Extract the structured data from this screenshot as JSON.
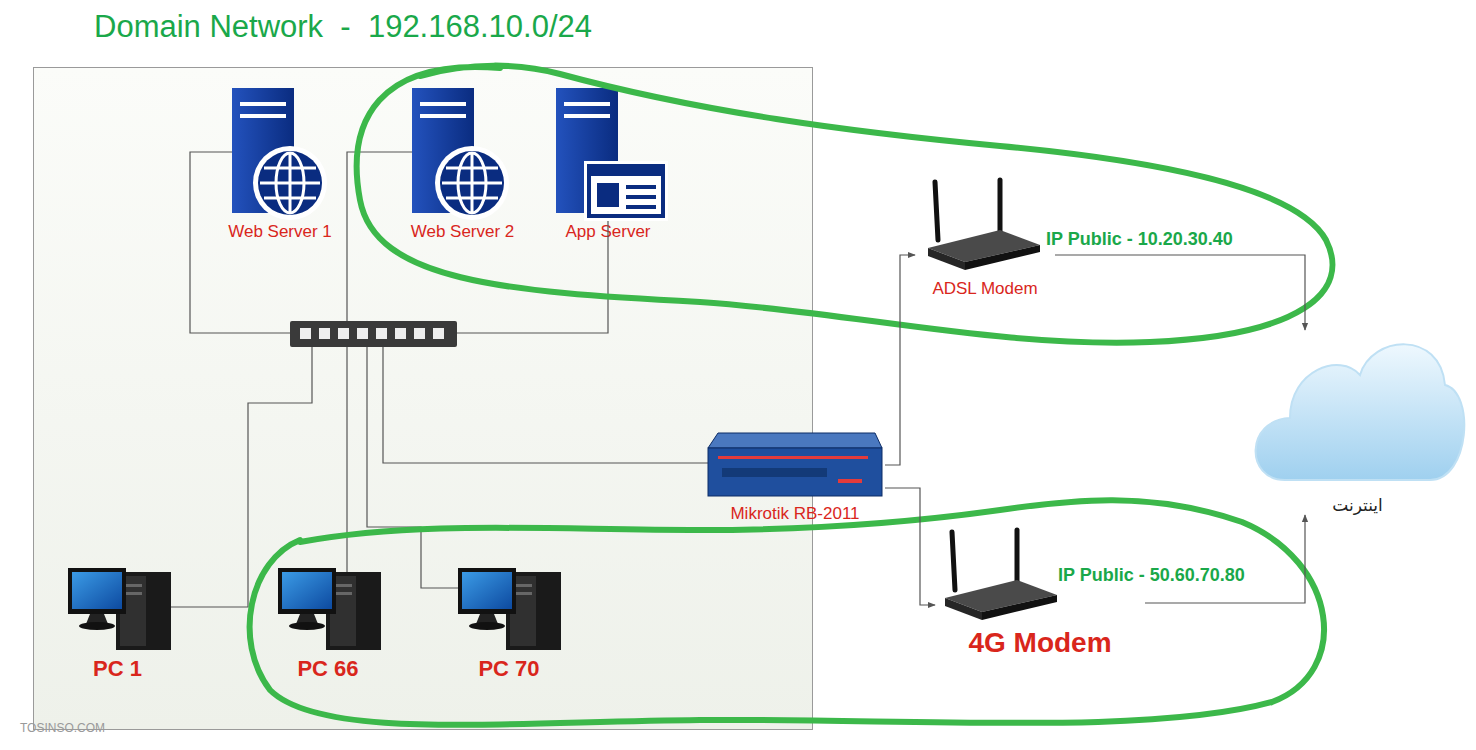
{
  "diagram": {
    "nodes": [
      {
        "text": [
          "Domain Network  -  192.168.10.0/24"
        ]
      },
      {
        "text": [
          "Web Server 1"
        ],
        "in": 0
      },
      {
        "text": [
          "Web Server 2"
        ],
        "in": 0
      },
      {
        "text": [
          "App Server"
        ],
        "in": 0
      },
      {
        "text": [
          "ADSL Modem"
        ]
      },
      {
        "text": [
          "اینترنت"
        ]
      },
      {
        "text": [
          "Mikrotik RB-2011"
        ]
      },
      {
        "text": [
          "PC 1"
        ],
        "in": 0
      },
      {
        "text": [
          "PC 66"
        ],
        "in": 0
      },
      {
        "text": [
          "PC 70"
        ],
        "in": 0
      },
      {
        "text": [
          "4G Modem"
        ]
      }
    ],
    "edges": [
      {
        "from": 6,
        "to": 4,
        "arrow": "to"
      },
      {
        "from": 6,
        "to": 10,
        "arrow": "to"
      },
      {
        "from": 4,
        "to": 5,
        "label": "IP Public - 10.20.30.40",
        "arrow": "to"
      },
      {
        "from": 10,
        "to": 5,
        "label": "IP Public - 50.60.70.80",
        "arrow": "to"
      }
    ],
    "labels": [
      "TOSINSO.COM"
    ]
  }
}
